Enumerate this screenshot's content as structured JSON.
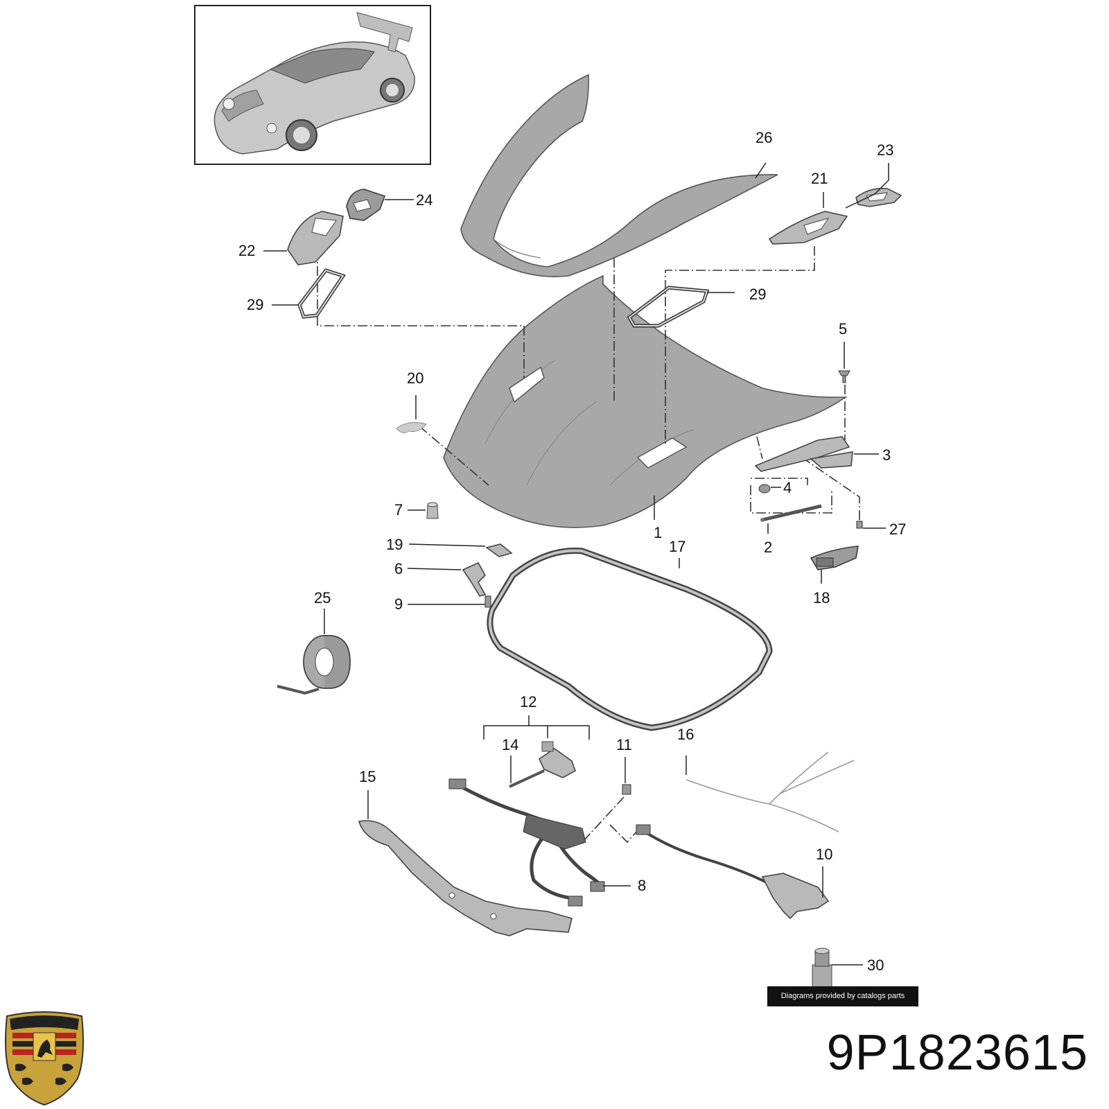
{
  "labels": {
    "l1": "1",
    "l2": "2",
    "l3": "3",
    "l4": "4",
    "l5": "5",
    "l6": "6",
    "l7": "7",
    "l8": "8",
    "l9": "9",
    "l10": "10",
    "l11": "11",
    "l12": "12",
    "l14": "14",
    "l15": "15",
    "l16": "16",
    "l17": "17",
    "l18": "18",
    "l19": "19",
    "l20": "20",
    "l21": "21",
    "l22": "22",
    "l23": "23",
    "l24": "24",
    "l25": "25",
    "l26": "26",
    "l27": "27",
    "l29a": "29",
    "l29b": "29",
    "l30": "30"
  },
  "credit": "Diagrams provided by catalogs parts",
  "part_number": "9P1823615",
  "logo_icon": "porsche-crest-icon",
  "colors": {
    "part_fill": "#a8a8a8",
    "text": "#111111",
    "credit_bg": "#111111"
  }
}
